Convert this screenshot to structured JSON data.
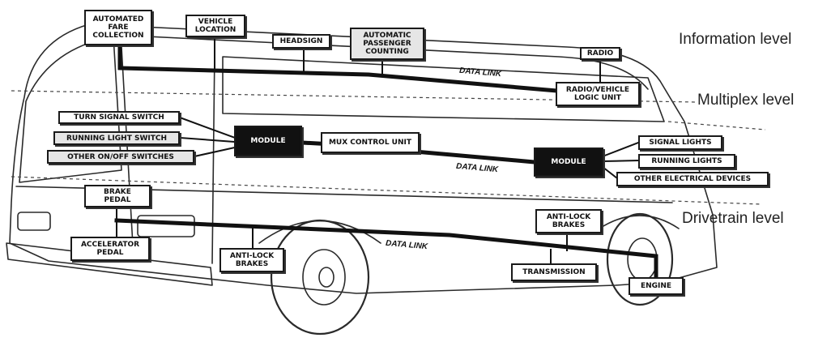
{
  "levels": {
    "information": "Information level",
    "multiplex": "Multiplex level",
    "drivetrain": "Drivetrain level"
  },
  "information_components": {
    "fare_collection": "AUTOMATED\nFARE\nCOLLECTION",
    "vehicle_location": "VEHICLE\nLOCATION",
    "headsign": "HEADSIGN",
    "passenger_counting": "AUTOMATIC\nPASSENGER\nCOUNTING",
    "radio": "RADIO",
    "radio_logic_unit": "RADIO/VEHICLE\nLOGIC UNIT"
  },
  "multiplex_components": {
    "turn_signal_switch": "TURN SIGNAL SWITCH",
    "running_light_switch": "RUNNING LIGHT SWITCH",
    "other_switches": "OTHER ON/OFF SWITCHES",
    "module_left": "MODULE",
    "mux_control_unit": "MUX CONTROL UNIT",
    "module_right": "MODULE",
    "signal_lights": "SIGNAL LIGHTS",
    "running_lights": "RUNNING LIGHTS",
    "other_devices": "OTHER ELECTRICAL DEVICES"
  },
  "drivetrain_components": {
    "brake_pedal": "BRAKE\nPEDAL",
    "accelerator_pedal": "ACCELERATOR\nPEDAL",
    "anti_lock_left": "ANTI-LOCK\nBRAKES",
    "anti_lock_right": "ANTI-LOCK\nBRAKES",
    "transmission": "TRANSMISSION",
    "engine": "ENGINE"
  },
  "data_link_labels": {
    "information": "DATA LINK",
    "multiplex": "DATA LINK",
    "drivetrain": "DATA LINK"
  }
}
